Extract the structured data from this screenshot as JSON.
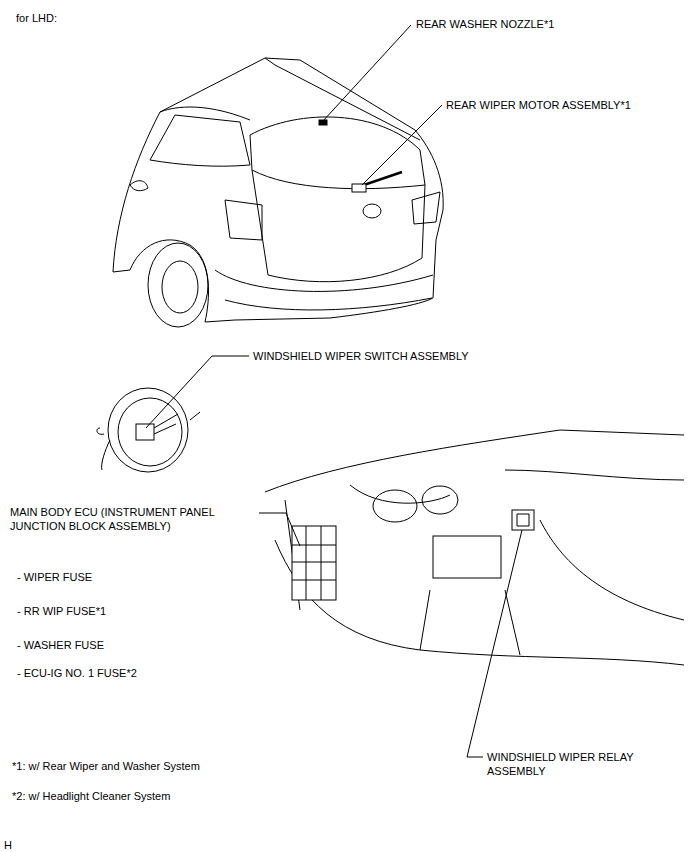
{
  "diagram": {
    "title": "for LHD:",
    "labels": [
      "REAR WASHER NOZZLE*1",
      "REAR WIPER MOTOR ASSEMBLY*1",
      "WINDSHIELD WIPER SWITCH ASSEMBLY",
      "MAIN BODY ECU (INSTRUMENT PANEL JUNCTION BLOCK ASSEMBLY)",
      "- WIPER FUSE",
      "- RR WIP FUSE*1",
      "- WASHER FUSE",
      "- ECU-IG NO. 1 FUSE*2",
      "WINDSHIELD WIPER RELAY ASSEMBLY",
      "*1: w/ Rear Wiper and Washer System",
      "*2: w/ Headlight Cleaner System",
      "H"
    ]
  }
}
